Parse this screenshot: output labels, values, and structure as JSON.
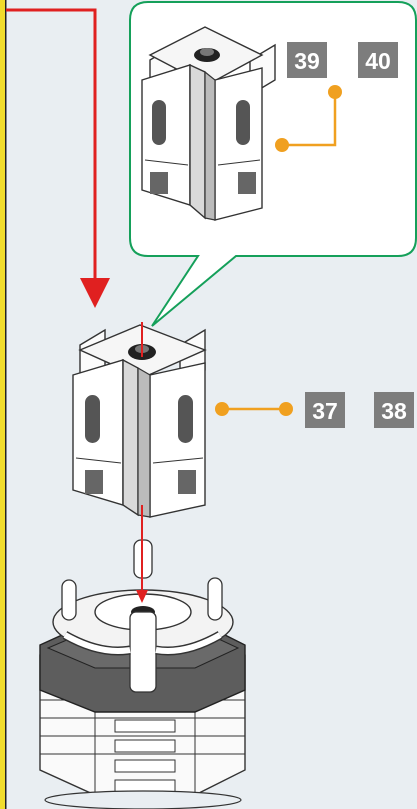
{
  "callout": {
    "part_numbers": [
      "39",
      "40"
    ]
  },
  "main_step": {
    "part_numbers": [
      "37",
      "38"
    ]
  },
  "colors": {
    "page_background": "#e9eef2",
    "left_border": "#f1dc2c",
    "flow_arrow": "#e02020",
    "callout_border": "#15a05a",
    "connector": "#f0a020",
    "badge_fill": "#7d7d7d",
    "part_white": "#ffffff",
    "part_dark": "#555555"
  },
  "icons": {
    "flow": "red-down-arrow",
    "pointer": "orange-dot-leader"
  }
}
